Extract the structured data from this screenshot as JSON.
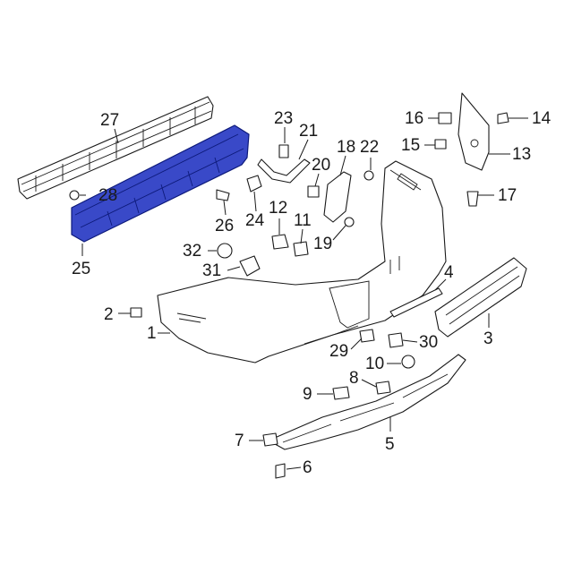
{
  "diagram": {
    "highlight_color": "#3949c8",
    "callouts": [
      {
        "id": "p27",
        "text": "27"
      },
      {
        "id": "p28",
        "text": "28"
      },
      {
        "id": "p25",
        "text": "25"
      },
      {
        "id": "p26",
        "text": "26"
      },
      {
        "id": "p24",
        "text": "24"
      },
      {
        "id": "p23",
        "text": "23"
      },
      {
        "id": "p21",
        "text": "21"
      },
      {
        "id": "p20",
        "text": "20"
      },
      {
        "id": "p18",
        "text": "18"
      },
      {
        "id": "p22",
        "text": "22"
      },
      {
        "id": "p12",
        "text": "12"
      },
      {
        "id": "p11",
        "text": "11"
      },
      {
        "id": "p19",
        "text": "19"
      },
      {
        "id": "p32",
        "text": "32"
      },
      {
        "id": "p31",
        "text": "31"
      },
      {
        "id": "p16",
        "text": "16"
      },
      {
        "id": "p15",
        "text": "15"
      },
      {
        "id": "p14",
        "text": "14"
      },
      {
        "id": "p13",
        "text": "13"
      },
      {
        "id": "p17",
        "text": "17"
      },
      {
        "id": "p4",
        "text": "4"
      },
      {
        "id": "p3",
        "text": "3"
      },
      {
        "id": "p2",
        "text": "2"
      },
      {
        "id": "p1",
        "text": "1"
      },
      {
        "id": "p29",
        "text": "29"
      },
      {
        "id": "p30",
        "text": "30"
      },
      {
        "id": "p10",
        "text": "10"
      },
      {
        "id": "p8",
        "text": "8"
      },
      {
        "id": "p9",
        "text": "9"
      },
      {
        "id": "p5",
        "text": "5"
      },
      {
        "id": "p7",
        "text": "7"
      },
      {
        "id": "p6",
        "text": "6"
      }
    ]
  }
}
